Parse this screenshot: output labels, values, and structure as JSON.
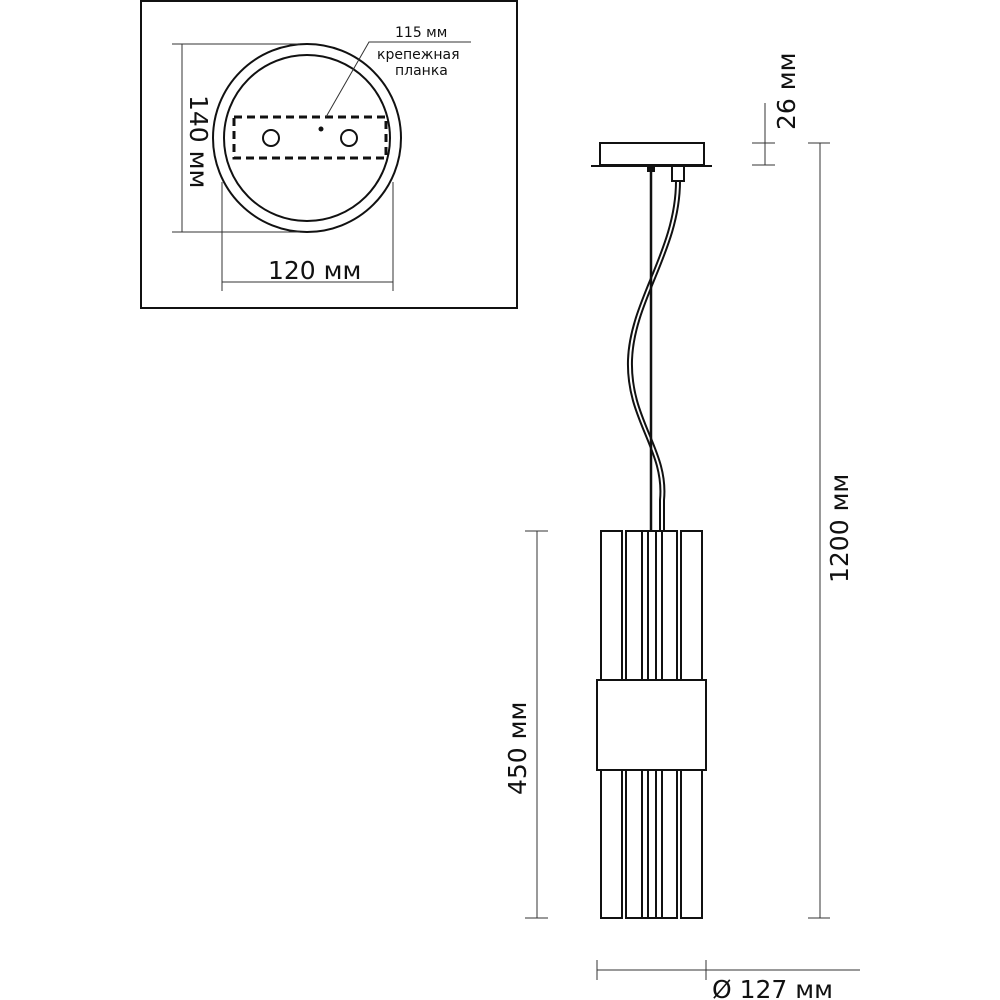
{
  "top_view": {
    "height_label": "140 мм",
    "width_label": "120 мм",
    "bracket_size_label": "115 мм",
    "bracket_name_line1": "крепежная",
    "bracket_name_line2": "планка"
  },
  "side_view": {
    "canopy_height_label": "26 мм",
    "total_height_label": "1200 мм",
    "shade_height_label": "450 мм",
    "diameter_label": "Ø 127 мм"
  }
}
